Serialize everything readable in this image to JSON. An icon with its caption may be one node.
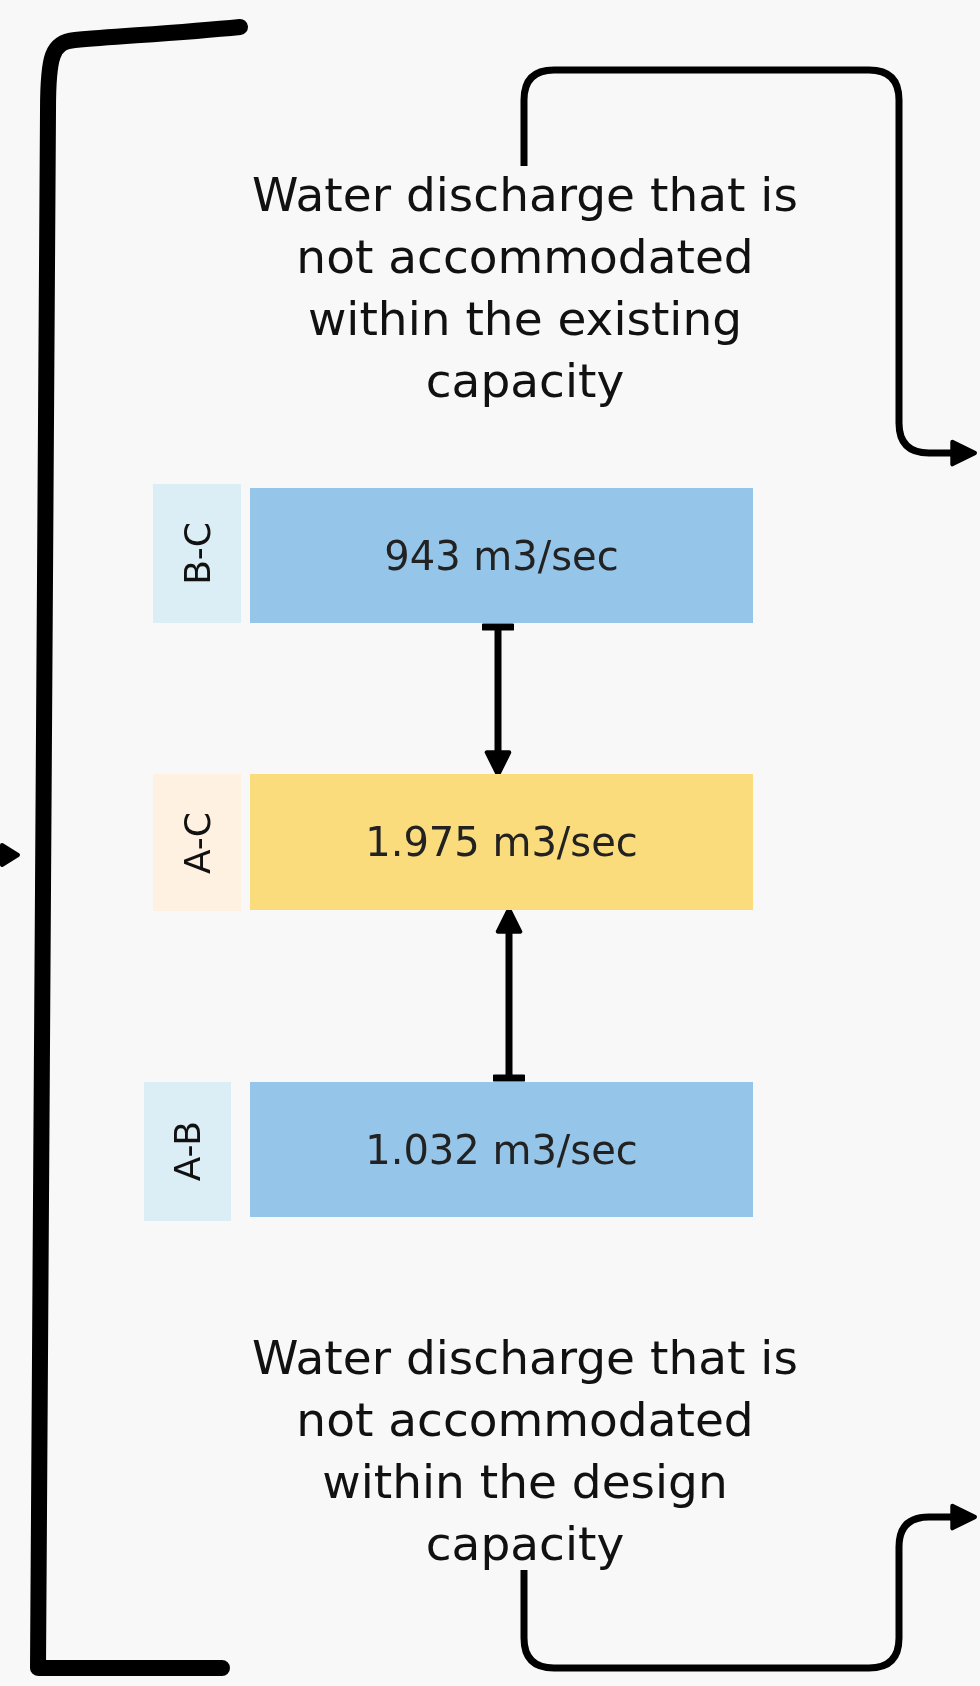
{
  "diagram": {
    "nodes": [
      {
        "text": [
          "Water discharge that is not accommodated within the existing capacity"
        ]
      },
      {
        "text": [
          "B-C"
        ]
      },
      {
        "text": [
          "943 m3/sec"
        ]
      },
      {
        "text": [
          "A-C"
        ]
      },
      {
        "text": [
          "1.975 m3/sec"
        ]
      },
      {
        "text": [
          "A-B"
        ]
      },
      {
        "text": [
          "1.032 m3/sec"
        ]
      },
      {
        "text": [
          "Water discharge that is not accommodated within the design capacity"
        ]
      }
    ],
    "edges": [
      {
        "from": 2,
        "to": 4,
        "arrow": "to"
      },
      {
        "from": 6,
        "to": 4,
        "arrow": "to"
      },
      {
        "from": 0,
        "to": null,
        "arrow": "to"
      },
      {
        "from": 7,
        "to": null,
        "arrow": "to"
      }
    ]
  }
}
